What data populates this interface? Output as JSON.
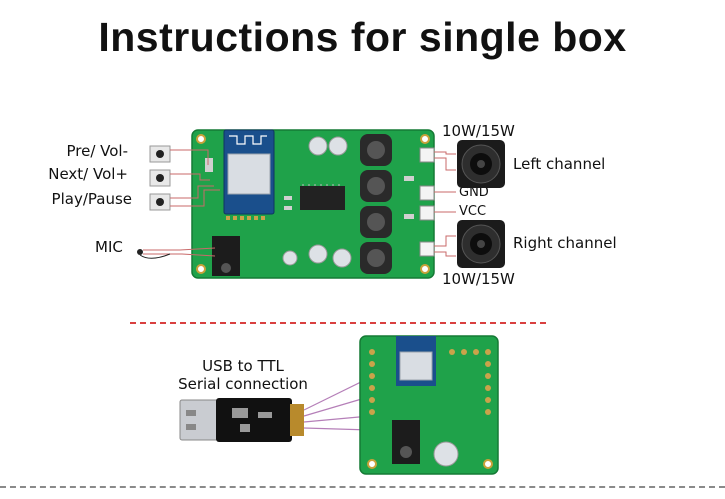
{
  "title": "Instructions for single box",
  "buttons": {
    "prev": "Pre/ Vol-",
    "next": "Next/ Vol+",
    "play": "Play/Pause"
  },
  "mic": "MIC",
  "power_top": "10W/15W",
  "power_bottom": "10W/15W",
  "left_channel": "Left channel",
  "right_channel": "Right channel",
  "gnd": "GND",
  "vcc": "VCC",
  "usb_ttl": {
    "line1": "USB to TTL",
    "line2": "Serial connection"
  },
  "colors": {
    "pcb": "#1fa24a",
    "separator": "#d94040"
  }
}
